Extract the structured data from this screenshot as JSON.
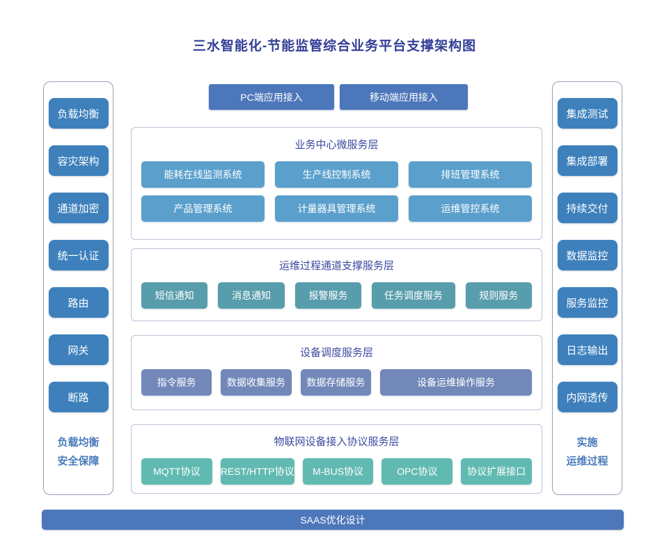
{
  "title": "三水智能化-节能监管综合业务平台支撑架构图",
  "colors": {
    "title_text": "#323e96",
    "side_node": "#3d80bc",
    "app_node": "#4d77bb",
    "layer1_node": "#5ba0cd",
    "layer2_node": "#589dac",
    "layer3_node": "#7288b9",
    "layer4_node": "#61bab1",
    "bottom_bar": "#4d77bb",
    "caption_text": "#4a7cba"
  },
  "top_buttons": {
    "pc": "PC端应用接入",
    "mobile": "移动端应用接入"
  },
  "left_pillar": {
    "items": [
      "负载均衡",
      "容灾架构",
      "通道加密",
      "统一认证",
      "路由",
      "网关",
      "断路"
    ],
    "caption": [
      "负载均衡",
      "安全保障"
    ]
  },
  "right_pillar": {
    "items": [
      "集成测试",
      "集成部署",
      "持续交付",
      "数据监控",
      "服务监控",
      "日志输出",
      "内网透传"
    ],
    "caption": [
      "实施",
      "运维过程"
    ]
  },
  "layers": [
    {
      "title": "业务中心微服务层",
      "items": [
        "能耗在线监测系统",
        "生产线控制系统",
        "排班管理系统",
        "产品管理系统",
        "计量器具管理系统",
        "运维管控系统"
      ]
    },
    {
      "title": "运维过程通道支撑服务层",
      "items": [
        "短信通知",
        "消息通知",
        "报警服务",
        "任务调度服务",
        "规则服务"
      ]
    },
    {
      "title": "设备调度服务层",
      "items": [
        "指令服务",
        "数据收集服务",
        "数据存储服务",
        "设备运维操作服务"
      ]
    },
    {
      "title": "物联网设备接入协议服务层",
      "items": [
        "MQTT协议",
        "REST/HTTP协议",
        "M-BUS协议",
        "OPC协议",
        "协议扩展接口"
      ]
    }
  ],
  "bottom_bar": "SAAS优化设计"
}
